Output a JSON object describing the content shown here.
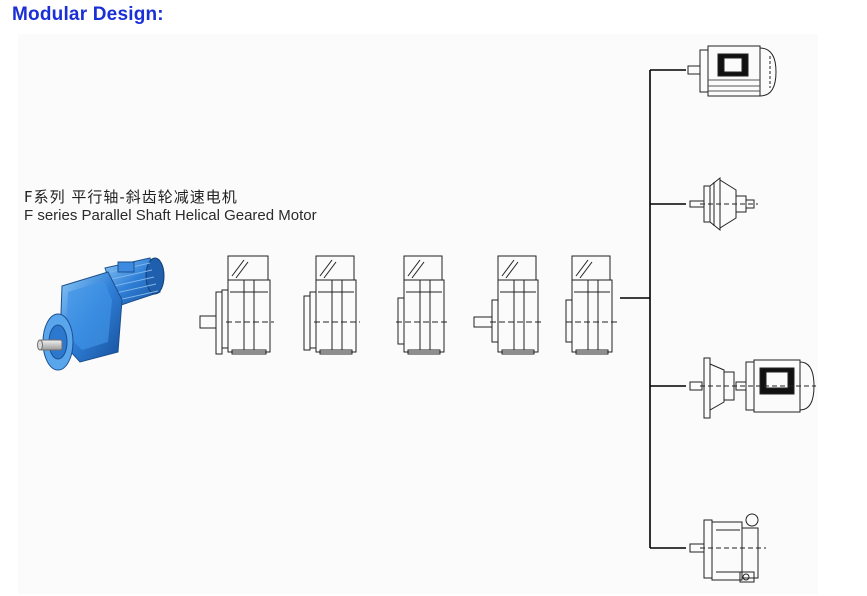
{
  "heading": "Modular Design:",
  "product": {
    "name_zh": "F系列 平行轴-斜齿轮减速电机",
    "name_en": "F series Parallel Shaft Helical Geared Motor"
  },
  "colors": {
    "heading": "#1a2fd6",
    "motor_blue": "#2f7fd8",
    "line": "#000000"
  }
}
